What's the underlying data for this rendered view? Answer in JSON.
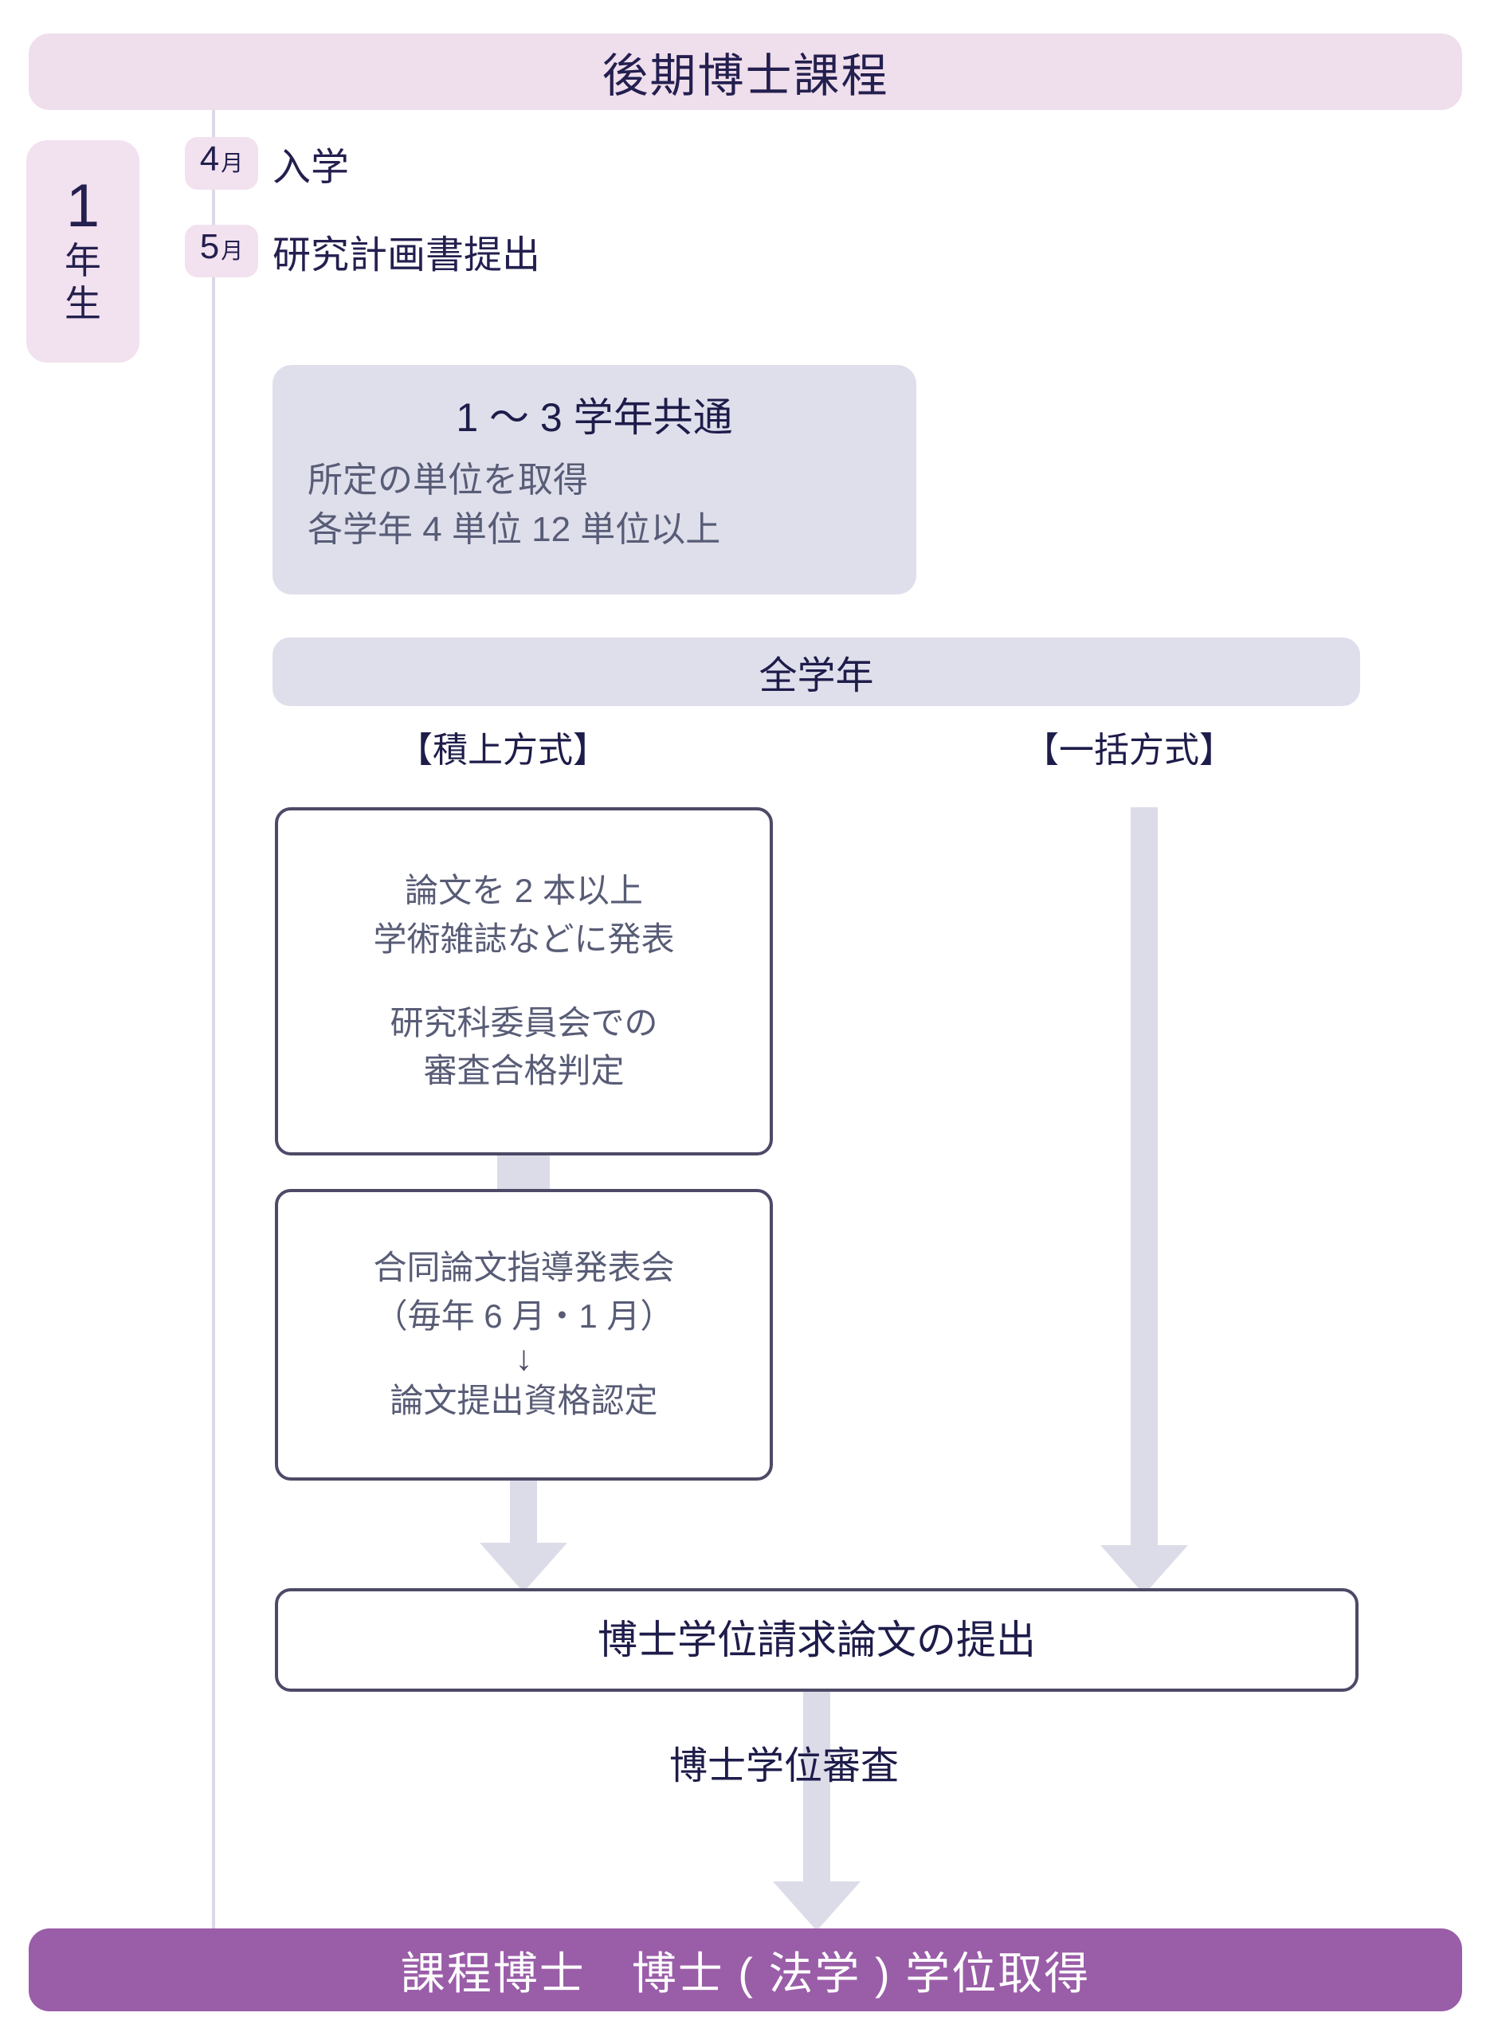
{
  "header": {
    "title": "後期博士課程"
  },
  "year_block": {
    "number": "1",
    "unit_chars": [
      "年",
      "生"
    ],
    "full": "1年生"
  },
  "months": [
    {
      "number": "4",
      "suffix": "月",
      "label": "入学"
    },
    {
      "number": "5",
      "suffix": "月",
      "label": "研究計画書提出"
    }
  ],
  "common_credits_card": {
    "title": "1 〜 3 学年共通",
    "lines": [
      "所定の単位を取得",
      "各学年 4 単位 12 単位以上"
    ]
  },
  "all_years_banner": {
    "title": "全学年"
  },
  "methods": {
    "left": "【積上方式】",
    "right": "【一括方式】"
  },
  "steps": {
    "publish": {
      "lines_top": [
        "論文を 2 本以上",
        "学術雑誌などに発表"
      ],
      "lines_bottom": [
        "研究科委員会での",
        "審査合格判定"
      ]
    },
    "guidance": {
      "line1": "合同論文指導発表会",
      "line2": "（毎年 6 月・1 月）",
      "arrow": "↓",
      "line3": "論文提出資格認定"
    },
    "submission": {
      "label": "博士学位請求論文の提出"
    }
  },
  "review_caption": "博士学位審査",
  "footer": {
    "title": "課程博士　博士 ( 法学 ) 学位取得"
  },
  "colors": {
    "header_bg": "#efdeeb",
    "badge_bg": "#f2e1ee",
    "grey_card_bg": "#dedfeb",
    "arrow_grey": "#dcdce9",
    "box_border": "#4c4a66",
    "text_dark": "#1e1c4a",
    "text_muted": "#585c76",
    "footer_bg": "#9a5da8",
    "timeline_line": "#dcd8ea"
  }
}
